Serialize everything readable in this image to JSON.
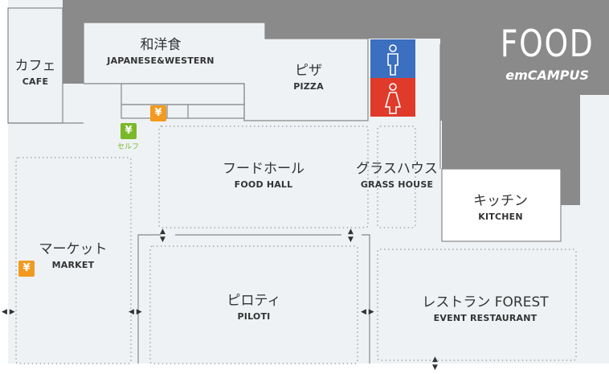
{
  "brand": {
    "title": "FOOD",
    "subtitle": "emCAMPUS"
  },
  "areas": {
    "cafe": {
      "jp": "カフェ",
      "en": "CAFE"
    },
    "japanese": {
      "jp": "和洋食",
      "en": "JAPANESE&WESTERN"
    },
    "pizza": {
      "jp": "ピザ",
      "en": "PIZZA"
    },
    "food_hall": {
      "jp": "フードホール",
      "en": "FOOD HALL"
    },
    "grass_house": {
      "jp": "グラスハウス",
      "en": "GRASS HOUSE"
    },
    "kitchen": {
      "jp": "キッチン",
      "en": "KITCHEN"
    },
    "market": {
      "jp": "マーケット",
      "en": "MARKET"
    },
    "piloti": {
      "jp": "ピロティ",
      "en": "PILOTI"
    },
    "forest": {
      "jp": "レストラン FOREST",
      "en": "EVENT RESTAURANT"
    }
  },
  "markers": {
    "yen_symbol": "¥",
    "self_label": "セルフ"
  },
  "colors": {
    "building_gray": "#8a8a8a",
    "floor": "#eef2f5",
    "male_restroom": "#3b6fbf",
    "female_restroom": "#e03a2a",
    "register_orange": "#f29a20",
    "self_register_green": "#7ab829"
  },
  "icons": [
    "male-restroom-icon",
    "female-restroom-icon",
    "yen-register-icon",
    "entrance-arrow-icon"
  ]
}
